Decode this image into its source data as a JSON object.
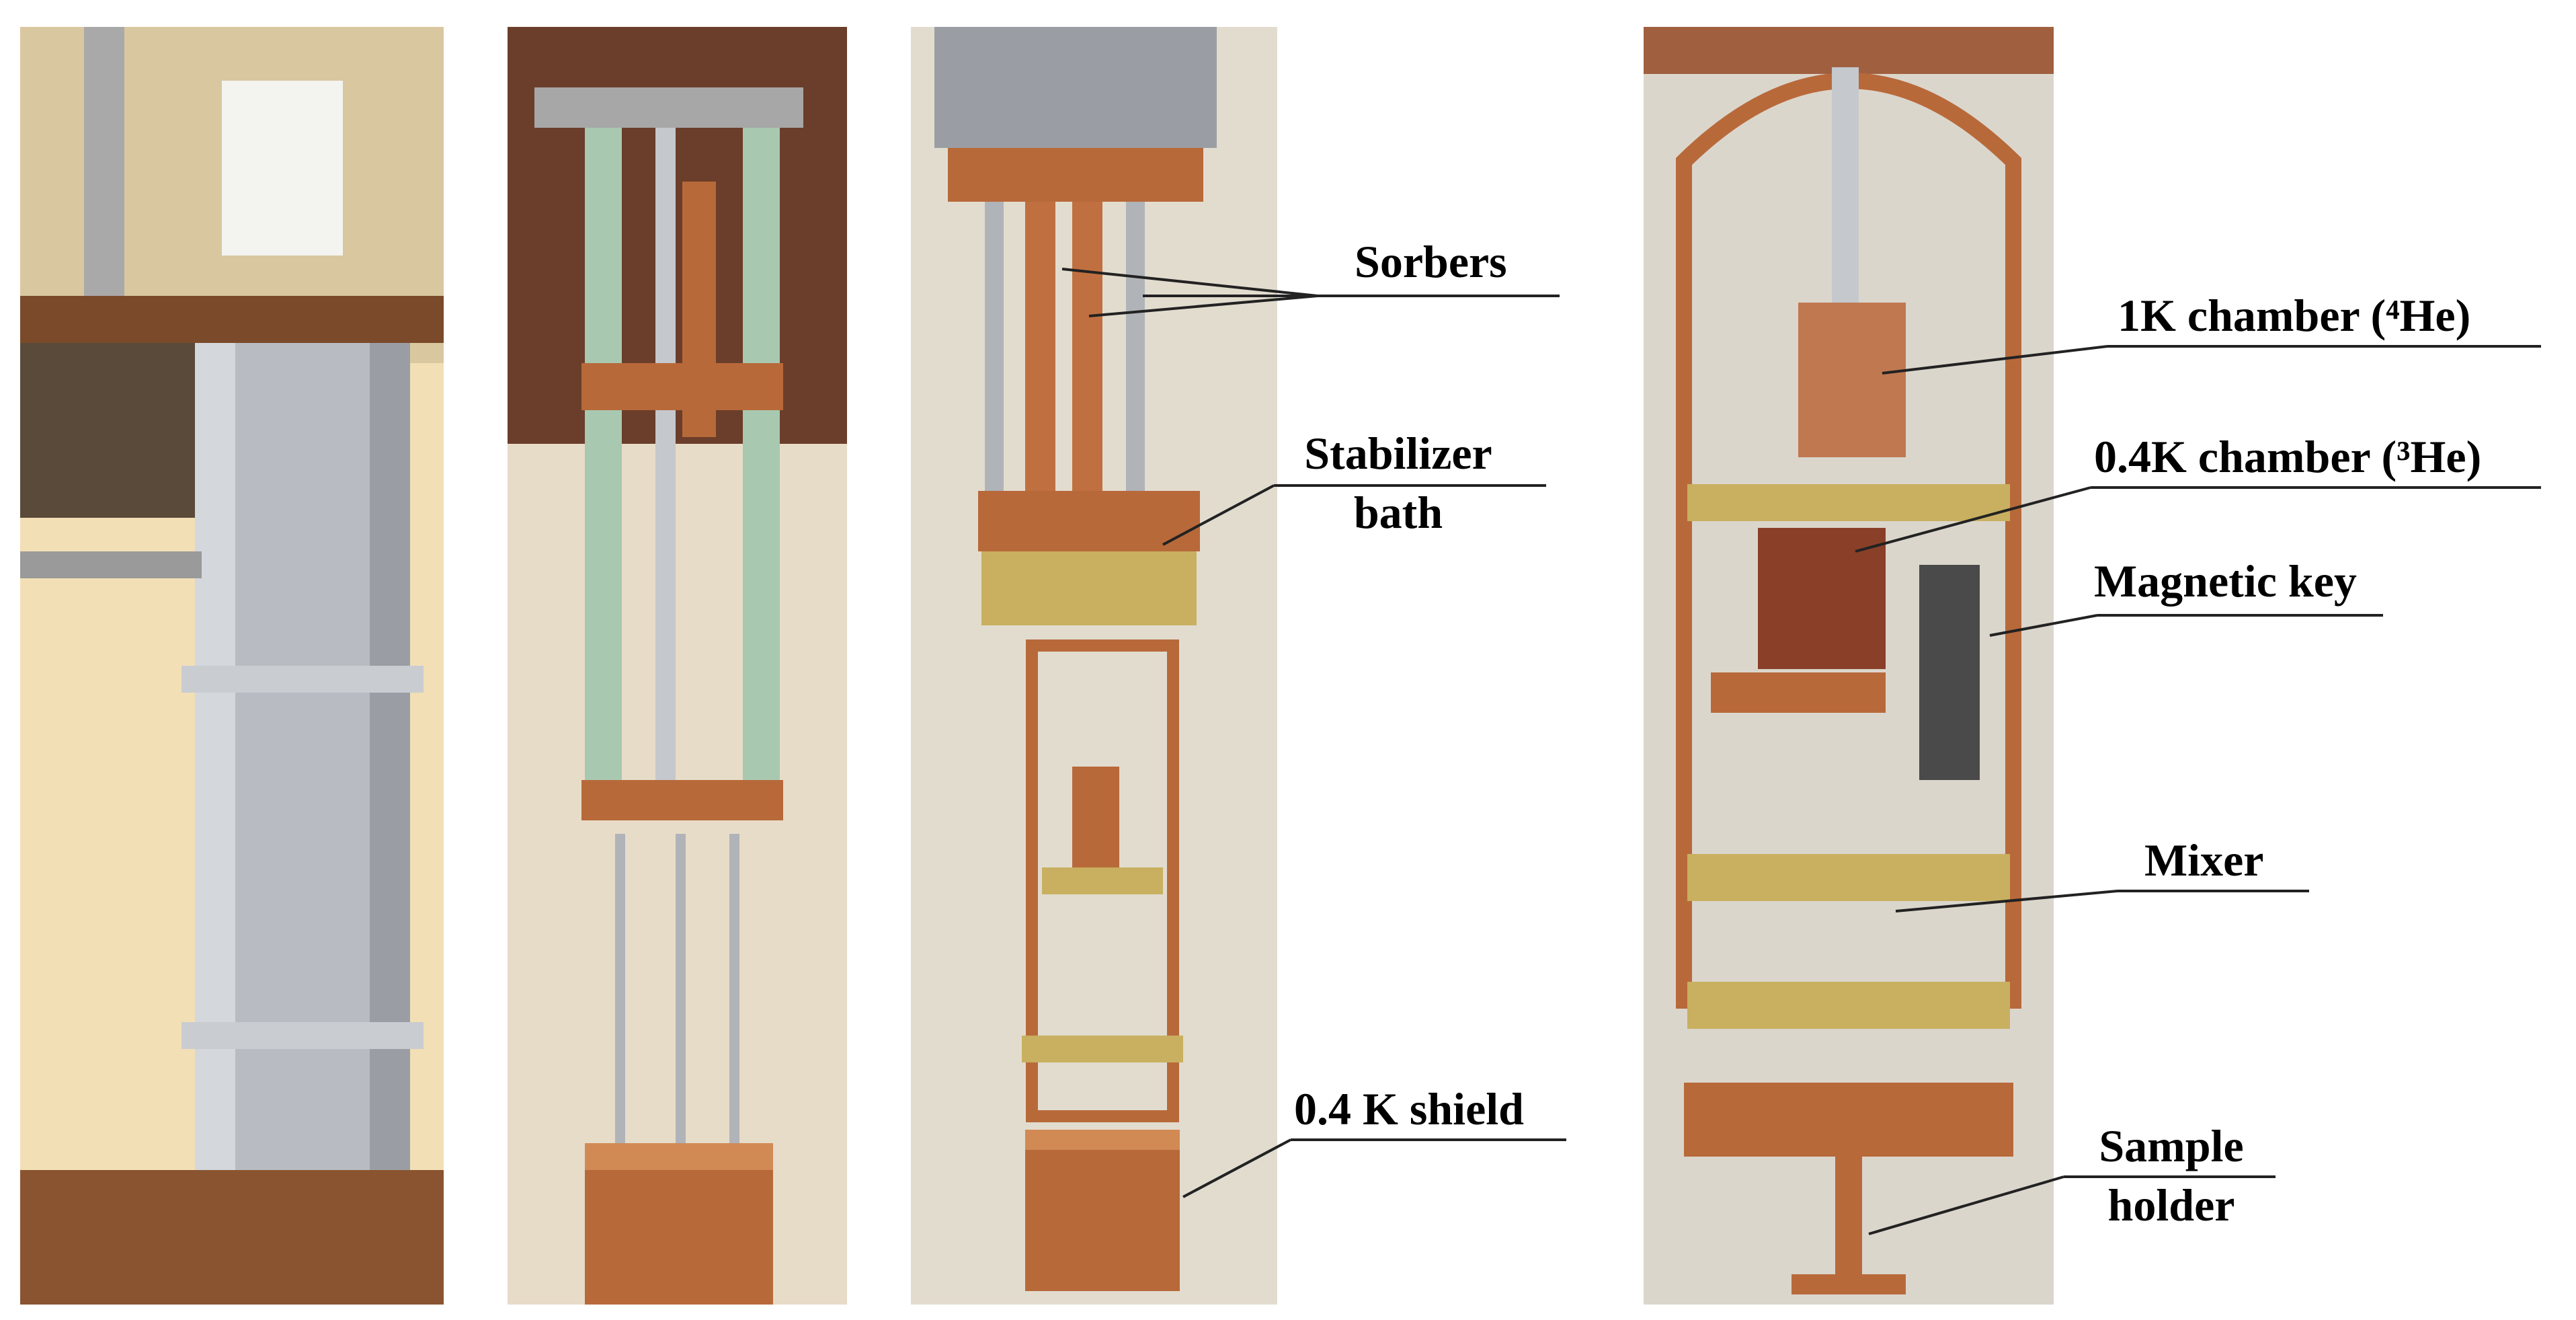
{
  "labels": {
    "sorbers": "Sorbers",
    "stabilizer_line1": "Stabilizer",
    "stabilizer_line2": "bath",
    "shield": "0.4 K shield",
    "chamber_1k": "1K chamber (⁴He)",
    "chamber_04k": "0.4K chamber (³He)",
    "magnetic_key": "Magnetic key",
    "mixer": "Mixer",
    "sample_line1": "Sample",
    "sample_line2": "holder"
  },
  "colors": {
    "copper": "#b8693a",
    "copper_dark": "#7a3a1c",
    "brass": "#c8b060",
    "aluminum": "#b8bcc2",
    "wall": "#e8d8b8",
    "rod_green": "#a8c8b0"
  }
}
